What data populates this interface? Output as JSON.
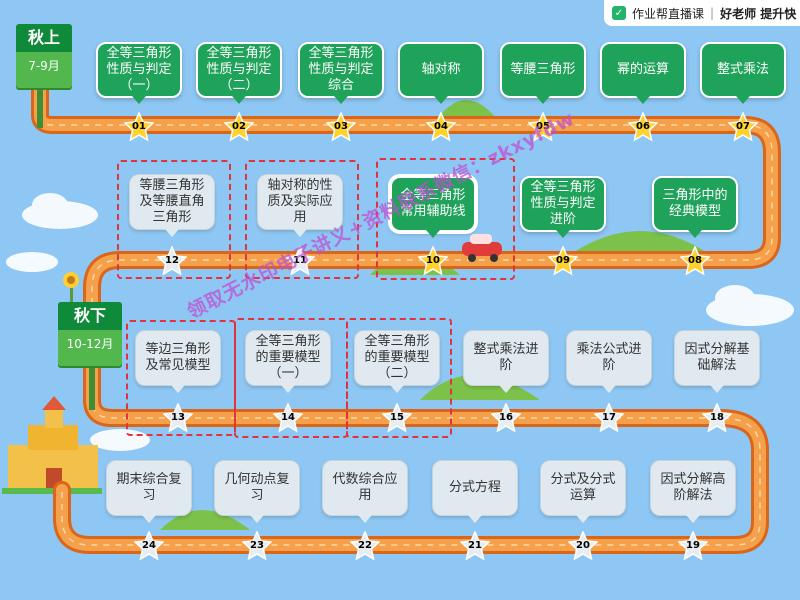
{
  "brand": {
    "name": "作业帮直播课",
    "separator": "|",
    "tagline": "好老师 提升快"
  },
  "seasons": [
    {
      "name": "秋上",
      "range": "7-9月"
    },
    {
      "name": "秋下",
      "range": "10-12月"
    }
  ],
  "lessons": [
    {
      "num": "01",
      "title": "全等三角形性质与判定（一）"
    },
    {
      "num": "02",
      "title": "全等三角形性质与判定（二）"
    },
    {
      "num": "03",
      "title": "全等三角形性质与判定综合"
    },
    {
      "num": "04",
      "title": "轴对称"
    },
    {
      "num": "05",
      "title": "等腰三角形"
    },
    {
      "num": "06",
      "title": "幂的运算"
    },
    {
      "num": "07",
      "title": "整式乘法"
    },
    {
      "num": "08",
      "title": "三角形中的经典模型"
    },
    {
      "num": "09",
      "title": "全等三角形性质与判定进阶"
    },
    {
      "num": "10",
      "title": "全等三角形常用辅助线"
    },
    {
      "num": "11",
      "title": "轴对称的性质及实际应用"
    },
    {
      "num": "12",
      "title": "等腰三角形及等腰直角三角形"
    },
    {
      "num": "13",
      "title": "等边三角形及常见模型"
    },
    {
      "num": "14",
      "title": "全等三角形的重要模型（一）"
    },
    {
      "num": "15",
      "title": "全等三角形的重要模型（二）"
    },
    {
      "num": "16",
      "title": "整式乘法进阶"
    },
    {
      "num": "17",
      "title": "乘法公式进阶"
    },
    {
      "num": "18",
      "title": "因式分解基础解法"
    },
    {
      "num": "19",
      "title": "因式分解高阶解法"
    },
    {
      "num": "20",
      "title": "分式及分式运算"
    },
    {
      "num": "21",
      "title": "分式方程"
    },
    {
      "num": "22",
      "title": "代数综合应用"
    },
    {
      "num": "23",
      "title": "几何动点复习"
    },
    {
      "num": "24",
      "title": "期末综合复习"
    }
  ],
  "watermark": "领取无水印电子讲义+资料联系微信：zkxyfdw",
  "colors": {
    "road": "#f08a2e",
    "road_edge": "#d9661a",
    "green_card": "#1fa259",
    "gray_card": "#dfe9ef",
    "highlight_border": "#e2333c",
    "star": "#ffd22e",
    "sky": "#8ec7f3"
  }
}
